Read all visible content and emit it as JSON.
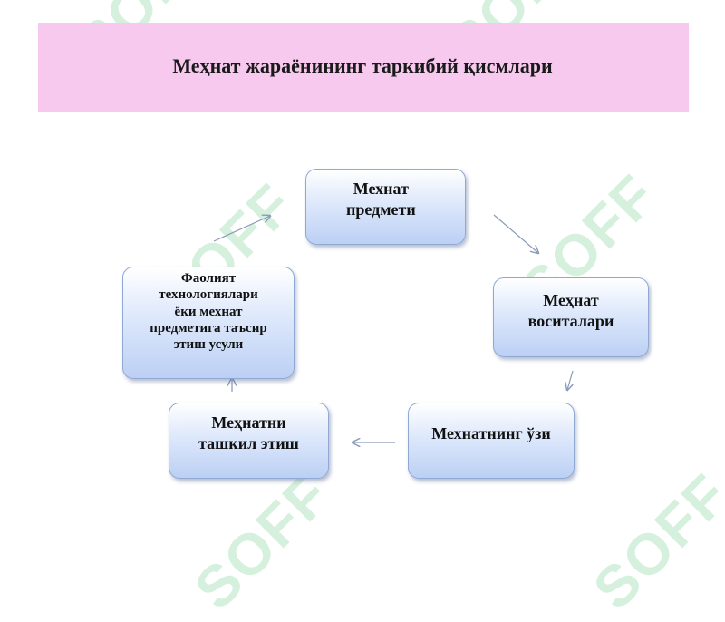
{
  "title": "Меҳнат жараёнининг таркибий қисмлари",
  "watermark": "SOFF",
  "colors": {
    "banner": "#f7c9ee",
    "node_top": "#ffffff",
    "node_bottom": "#bcd0f4",
    "arrow": "#8a9ab8"
  },
  "nodes": [
    {
      "id": "subject",
      "label": "Мехнат\nпредмети"
    },
    {
      "id": "means",
      "label": "Меҳнат\nвоситалари"
    },
    {
      "id": "labor",
      "label": "Мехнатнинг ўзи"
    },
    {
      "id": "organization",
      "label": "Меҳнатни\nташкил этиш"
    },
    {
      "id": "technology",
      "label": "Фаолият\nтехнологиялари\nёки мехнат\nпредметига таъсир\nэтиш усули"
    }
  ]
}
